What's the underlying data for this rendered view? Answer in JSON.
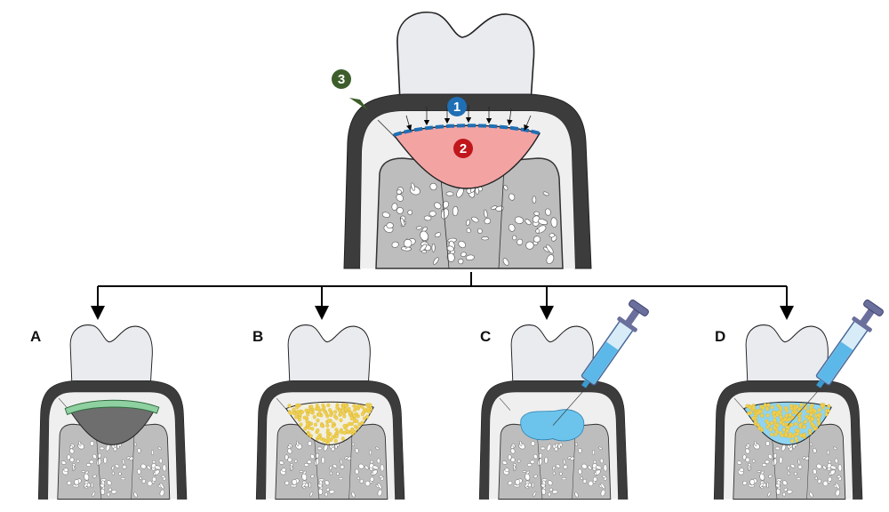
{
  "badges": [
    {
      "text": "1",
      "color": "#1f6fb5"
    },
    {
      "text": "2",
      "color": "#c0161c"
    },
    {
      "text": "3",
      "color": "#3d5e2a"
    }
  ],
  "panels": [
    {
      "label": "A",
      "fill": "#6e6e6e",
      "membrane": "#8fd0a0"
    },
    {
      "label": "B",
      "fill": "#f3f0e0",
      "granules": "#f0d050"
    },
    {
      "label": "C",
      "fill": "#6cc4ec"
    },
    {
      "label": "D",
      "fill": "#8fd4f0",
      "granules": "#f0d050"
    }
  ],
  "colors": {
    "defect": "#f4a3a3",
    "gingiva": "#3c3c3c",
    "bone": "#bdbdbd",
    "crown": "#e9ebef",
    "syringe_fluid": "#5cb8e8",
    "plunger": "#6b6f9c"
  }
}
